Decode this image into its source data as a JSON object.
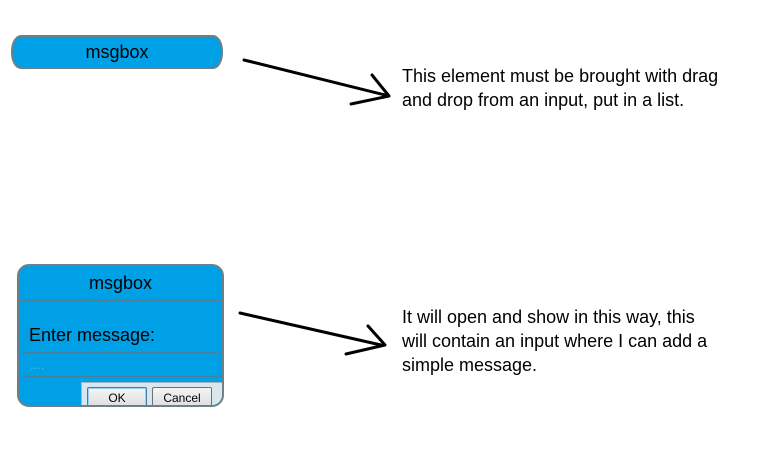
{
  "collapsed": {
    "label": "msgbox"
  },
  "dialog": {
    "title": "msgbox",
    "prompt": "Enter message:",
    "input_placeholder": "....",
    "ok_label": "OK",
    "cancel_label": "Cancel"
  },
  "notes": [
    "This element must be brought with drag\nand drop from an input, put in a list.",
    "It will open and show in this way, this\nwill contain an input where I can add a\nsimple message."
  ],
  "colors": {
    "widget_fill": "#00a0e6",
    "border": "#6f7f86"
  }
}
